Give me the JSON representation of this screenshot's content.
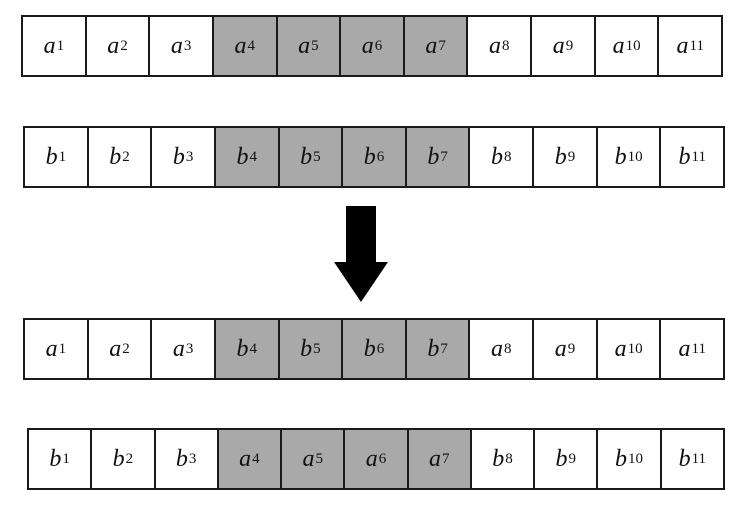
{
  "rows": [
    {
      "id": "row-1",
      "cells": [
        {
          "sym": "a",
          "idx": "1",
          "shaded": false
        },
        {
          "sym": "a",
          "idx": "2",
          "shaded": false
        },
        {
          "sym": "a",
          "idx": "3",
          "shaded": false
        },
        {
          "sym": "a",
          "idx": "4",
          "shaded": true
        },
        {
          "sym": "a",
          "idx": "5",
          "shaded": true
        },
        {
          "sym": "a",
          "idx": "6",
          "shaded": true
        },
        {
          "sym": "a",
          "idx": "7",
          "shaded": true
        },
        {
          "sym": "a",
          "idx": "8",
          "shaded": false
        },
        {
          "sym": "a",
          "idx": "9",
          "shaded": false
        },
        {
          "sym": "a",
          "idx": "10",
          "shaded": false
        },
        {
          "sym": "a",
          "idx": "11",
          "shaded": false
        }
      ]
    },
    {
      "id": "row-2",
      "cells": [
        {
          "sym": "b",
          "idx": "1",
          "shaded": false
        },
        {
          "sym": "b",
          "idx": "2",
          "shaded": false
        },
        {
          "sym": "b",
          "idx": "3",
          "shaded": false
        },
        {
          "sym": "b",
          "idx": "4",
          "shaded": true
        },
        {
          "sym": "b",
          "idx": "5",
          "shaded": true
        },
        {
          "sym": "b",
          "idx": "6",
          "shaded": true
        },
        {
          "sym": "b",
          "idx": "7",
          "shaded": true
        },
        {
          "sym": "b",
          "idx": "8",
          "shaded": false
        },
        {
          "sym": "b",
          "idx": "9",
          "shaded": false
        },
        {
          "sym": "b",
          "idx": "10",
          "shaded": false
        },
        {
          "sym": "b",
          "idx": "11",
          "shaded": false
        }
      ]
    },
    {
      "id": "row-3",
      "cells": [
        {
          "sym": "a",
          "idx": "1",
          "shaded": false
        },
        {
          "sym": "a",
          "idx": "2",
          "shaded": false
        },
        {
          "sym": "a",
          "idx": "3",
          "shaded": false
        },
        {
          "sym": "b",
          "idx": "4",
          "shaded": true
        },
        {
          "sym": "b",
          "idx": "5",
          "shaded": true
        },
        {
          "sym": "b",
          "idx": "6",
          "shaded": true
        },
        {
          "sym": "b",
          "idx": "7",
          "shaded": true
        },
        {
          "sym": "a",
          "idx": "8",
          "shaded": false
        },
        {
          "sym": "a",
          "idx": "9",
          "shaded": false
        },
        {
          "sym": "a",
          "idx": "10",
          "shaded": false
        },
        {
          "sym": "a",
          "idx": "11",
          "shaded": false
        }
      ]
    },
    {
      "id": "row-4",
      "cells": [
        {
          "sym": "b",
          "idx": "1",
          "shaded": false
        },
        {
          "sym": "b",
          "idx": "2",
          "shaded": false
        },
        {
          "sym": "b",
          "idx": "3",
          "shaded": false
        },
        {
          "sym": "a",
          "idx": "4",
          "shaded": true
        },
        {
          "sym": "a",
          "idx": "5",
          "shaded": true
        },
        {
          "sym": "a",
          "idx": "6",
          "shaded": true
        },
        {
          "sym": "a",
          "idx": "7",
          "shaded": true
        },
        {
          "sym": "b",
          "idx": "8",
          "shaded": false
        },
        {
          "sym": "b",
          "idx": "9",
          "shaded": false
        },
        {
          "sym": "b",
          "idx": "10",
          "shaded": false
        },
        {
          "sym": "b",
          "idx": "11",
          "shaded": false
        }
      ]
    }
  ],
  "arrow": {
    "icon": "down-arrow-icon",
    "color": "#000000"
  },
  "colors": {
    "shaded_fill": "#a9a9a9",
    "plain_fill": "#ffffff",
    "border": "#1a1a1a"
  }
}
